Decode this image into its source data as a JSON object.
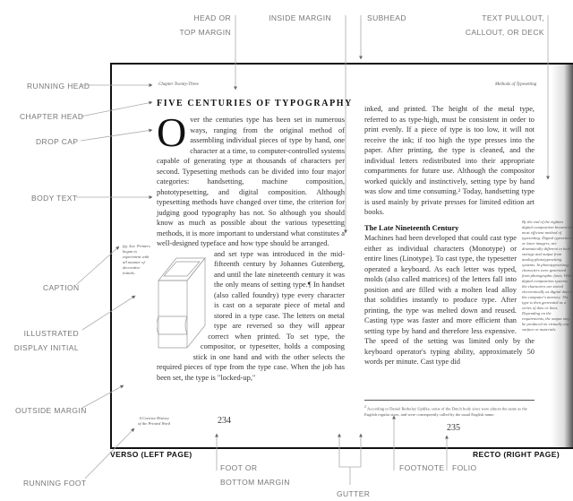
{
  "labels": {
    "head_margin": [
      "HEAD OR",
      "TOP MARGIN"
    ],
    "inside_margin": "INSIDE MARGIN",
    "subhead": "SUBHEAD",
    "text_pullout": [
      "TEXT PULLOUT,",
      "CALLOUT, OR DECK"
    ],
    "running_head": "RUNNING HEAD",
    "chapter_head": "CHAPTER HEAD",
    "drop_cap": "DROP CAP",
    "body_text": "BODY TEXT",
    "caption": "CAPTION",
    "illustrated_initial": [
      "ILLUSTRATED",
      "DISPLAY INITIAL"
    ],
    "outside_margin": "OUTSIDE MARGIN",
    "running_foot": "RUNNING FOOT",
    "foot_margin": [
      "FOOT OR",
      "BOTTOM MARGIN"
    ],
    "gutter": "GUTTER",
    "footnote": "FOOTNOTE",
    "folio": "FOLIO",
    "verso": "VERSO (LEFT PAGE)",
    "recto": "RECTO (RIGHT PAGE)"
  },
  "verso": {
    "running_head": "Chapter Twenty-Three",
    "chapter_head": "FIVE CENTURIES OF TYPOGRAPHY",
    "drop_cap": "O",
    "para1": "ver the centuries type has been set in numerous ways, ranging from the original method of assembling individual pieces of type by hand, one character at a time, to computer-controlled systems capable of generating type at thousands of characters per second. Typesetting methods can be divided into four major categories: handsetting, machine composition, phototypesetting, and digital composition. Although typesetting methods have changed over time, the criterion for judging good typography has not. So although you should know as much as possible about the various typesetting methods, it is more important to understand what constitutes a well-designed typeface and how type should be arranged.",
    "para2": "and set type was introduced in the mid-fifteenth century by Johannes Gutenberg, and until the late nineteenth century it was the only means of setting type.¶ In handset (also called foundry) type every character is cast on a separate piece of metal and stored in a type case. The letters on metal type are reversed so they will appear correct when printed. To set type, the compositor, or typesetter, holds a composing stick in one hand and with the other selects the required pieces of type from the type case. When the job has been set, the type is \"locked-up,\"",
    "caption": "fig. 4xx. Printers began to experiment with all manner of decorative initials.",
    "running_foot": [
      "A Concise History",
      "of the Printed Word"
    ],
    "folio": "234"
  },
  "recto": {
    "running_head": "Methods of Typesetting",
    "para1": "inked, and printed. The height of the metal type, referred to as type-high, must be consistent in order to print evenly. If a piece of type is too low, it will not receive the ink; if too high the type presses into the paper. After printing, the type is cleaned, and the individual letters redistributed into their appropriate compartments for future use. Although the compositor worked quickly and instinctively, setting type by hand was slow and time consuming.² Today, handsetting type is used mainly by private presses for limited edition art books.",
    "subhead": "The Late Nineteenth Century",
    "para2": "Machines had been developed that could cast type either as individual characters (Monotype) or entire lines (Linotype). To cast type, the typesetter operated a keyboard. As each letter was typed, molds (also called matrices) of the letters fall into position and are filled with a molten lead alloy that solidifies instantly to produce type. After printing, the type was melted down and reused. Casting type was faster and more efficient than setting type by hand and therefore less expensive. The speed of the setting was limited only by the keyboard operator's typing ability, approximately 50 words per minute. Cast type did",
    "pullout": "By the end of the eighties digital composition became the most efficient method of typesetting. Digital typesetters, or laser imagers, are dramatically different in both storage and output from analog phototypesetting systems. In phototypesetting, characters were generated from photographic fonts. With digital composition systems, the characters are stored electronically as digital data in the computer's memory. The type is then generated as a series of dots or lines. Depending on the requirements, the output may be produced on virtually any surface or materials.",
    "footnote": "According to Daniel Berkeley Updike, some of the Dutch body sizes were almost the same as the English regular sizes, and were consequently called by the usual English name.",
    "footnote_mark": "2",
    "folio": "235"
  }
}
